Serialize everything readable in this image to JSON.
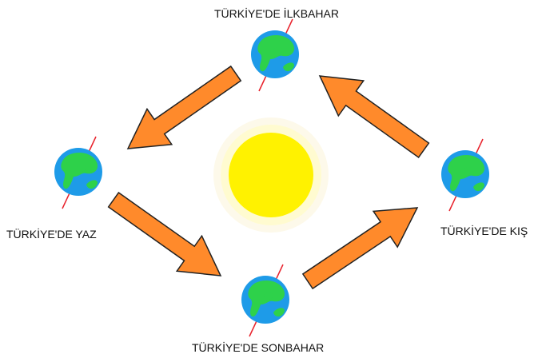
{
  "labels": {
    "spring": "TÜRKİYE'DE İLKBAHAR",
    "summer": "TÜRKİYE'DE YAZ",
    "autumn": "TÜRKİYE'DE SONBAHAR",
    "winter": "TÜRKİYE'DE KIŞ"
  },
  "colors": {
    "sun": "#FFF200",
    "sun_glow": "#FFFBD0",
    "sun_glow_outer": "#FDF9EA",
    "ocean": "#1E9BE8",
    "land": "#2ED14A",
    "axis": "#E8202A",
    "arrow": "#FF8A2B",
    "arrow_outline": "#222222"
  }
}
